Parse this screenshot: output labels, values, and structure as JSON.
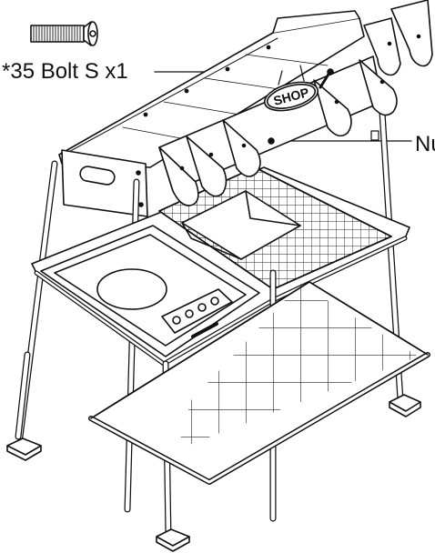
{
  "callouts": {
    "bolt_label": "*35 Bolt S  x1",
    "nut_label": "Nu"
  },
  "sign": {
    "text": "SHOP"
  },
  "colors": {
    "line": "#111111",
    "background": "#ffffff",
    "grid": "#222222"
  }
}
